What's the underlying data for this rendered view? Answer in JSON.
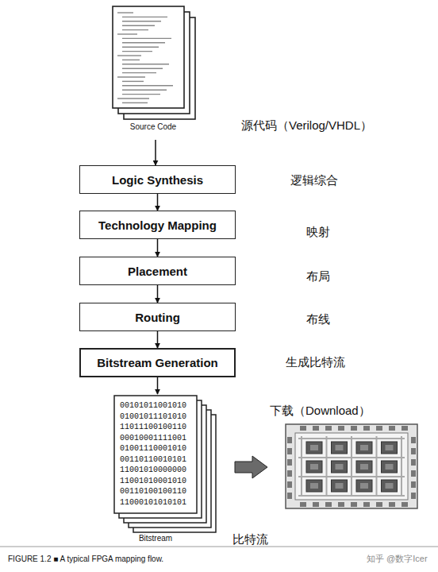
{
  "diagram": {
    "caption": "FIGURE 1.2 ■ A typical FPGA mapping flow.",
    "nodes": [
      {
        "text": [
          "Source Code"
        ]
      },
      {
        "text": [
          "Logic Synthesis"
        ]
      },
      {
        "text": [
          "Technology Mapping"
        ]
      },
      {
        "text": [
          "Placement"
        ]
      },
      {
        "text": [
          "Routing"
        ]
      },
      {
        "text": [
          "Bitstream Generation"
        ]
      },
      {
        "text": [
          "00101011001010 01001011101010 11011100100110 00010001111001 01001110001010 00110110010101 11001010000000 11001010001010 00110100100110 11000101010101",
          "Bitstream"
        ]
      }
    ],
    "edges": [
      {
        "from": 0,
        "to": 1,
        "arrow": "to"
      },
      {
        "from": 1,
        "to": 2,
        "arrow": "to"
      },
      {
        "from": 2,
        "to": 3,
        "arrow": "to"
      },
      {
        "from": 3,
        "to": 4,
        "arrow": "to"
      },
      {
        "from": 4,
        "to": 5,
        "arrow": "to"
      },
      {
        "from": 5,
        "to": 6,
        "arrow": "to"
      }
    ],
    "labels": [
      "源代码（Verilog/VHDL）",
      "逻辑综合",
      "映射",
      "布局",
      "布线",
      "生成比特流",
      "下载（Download）",
      "比特流",
      "知乎 @数字Icer"
    ]
  }
}
